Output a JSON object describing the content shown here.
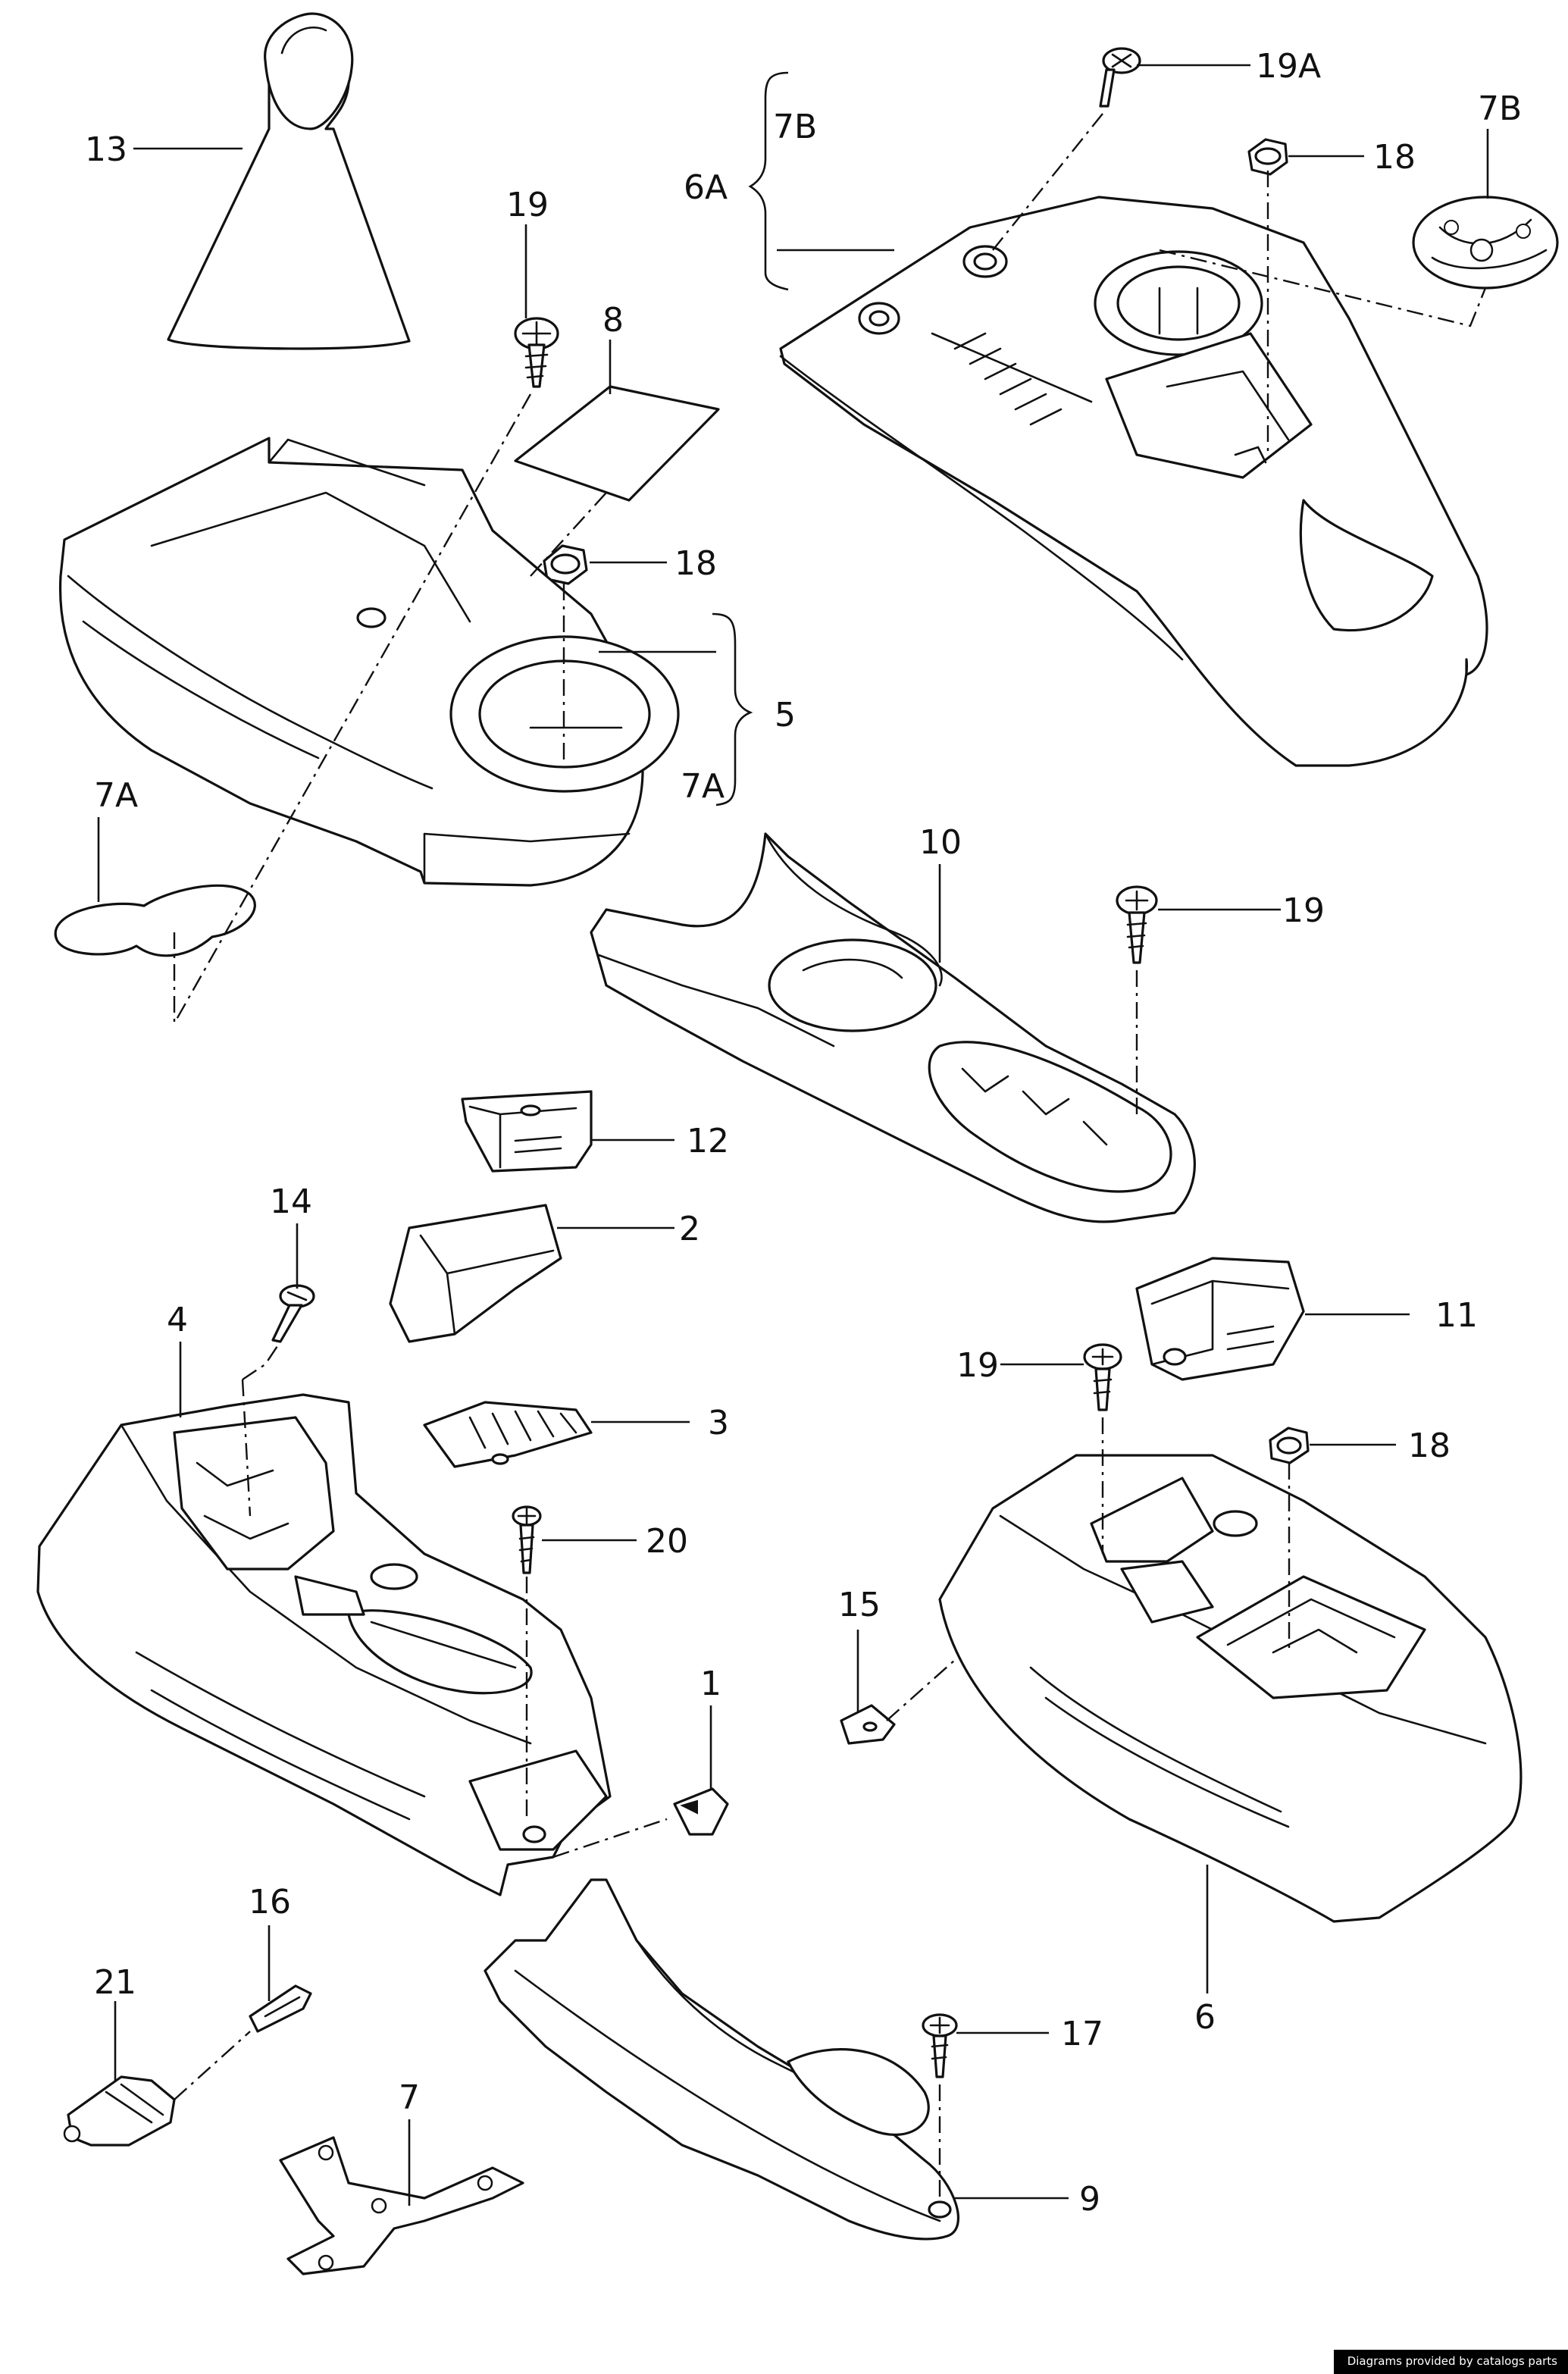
{
  "callouts": {
    "c13": "13",
    "c19_top": "19",
    "c8": "8",
    "c18_left": "18",
    "c5": "5",
    "c7a_right": "7A",
    "c7a_left": "7A",
    "c19a": "19A",
    "c7b_top": "7B",
    "c6a": "6A",
    "c18_top": "18",
    "c7b_right": "7B",
    "c10": "10",
    "c19_mid": "19",
    "c12": "12",
    "c14": "14",
    "c2": "2",
    "c4": "4",
    "c3": "3",
    "c20": "20",
    "c11": "11",
    "c19_lower": "19",
    "c18_lower": "18",
    "c15": "15",
    "c1": "1",
    "c16": "16",
    "c21": "21",
    "c17": "17",
    "c6": "6",
    "c7": "7",
    "c9": "9"
  },
  "footer": {
    "credit": "Diagrams provided by catalogs parts"
  }
}
